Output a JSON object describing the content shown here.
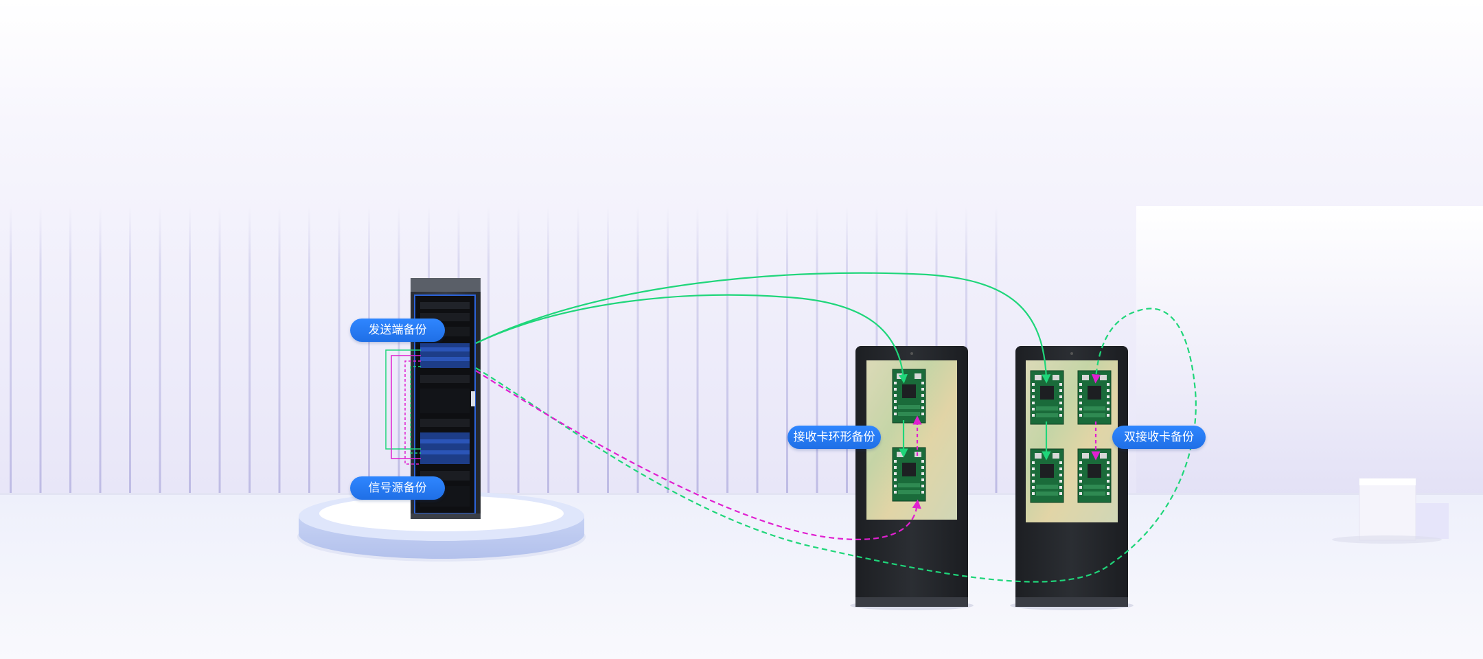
{
  "labels": {
    "sender_backup": "发送端备份",
    "signal_source_backup": "信号源备份",
    "receiver_loop_backup": "接收卡环形备份",
    "dual_receiver_backup": "双接收卡备份"
  },
  "icons": {
    "rack": "server-rack-icon",
    "kiosk_left": "kiosk-display-icon",
    "kiosk_right": "kiosk-display-icon",
    "card": "receiver-card-icon"
  },
  "colors": {
    "accent_blue": "#1f6fe6",
    "primary_link": "#1fd67a",
    "backup_link_green": "#1fd67a",
    "backup_link_magenta": "#e020d0",
    "pcb_green": "#1a6b3a",
    "floor": "#f4f5fb",
    "wall_stripe": "#c9c8e8"
  }
}
